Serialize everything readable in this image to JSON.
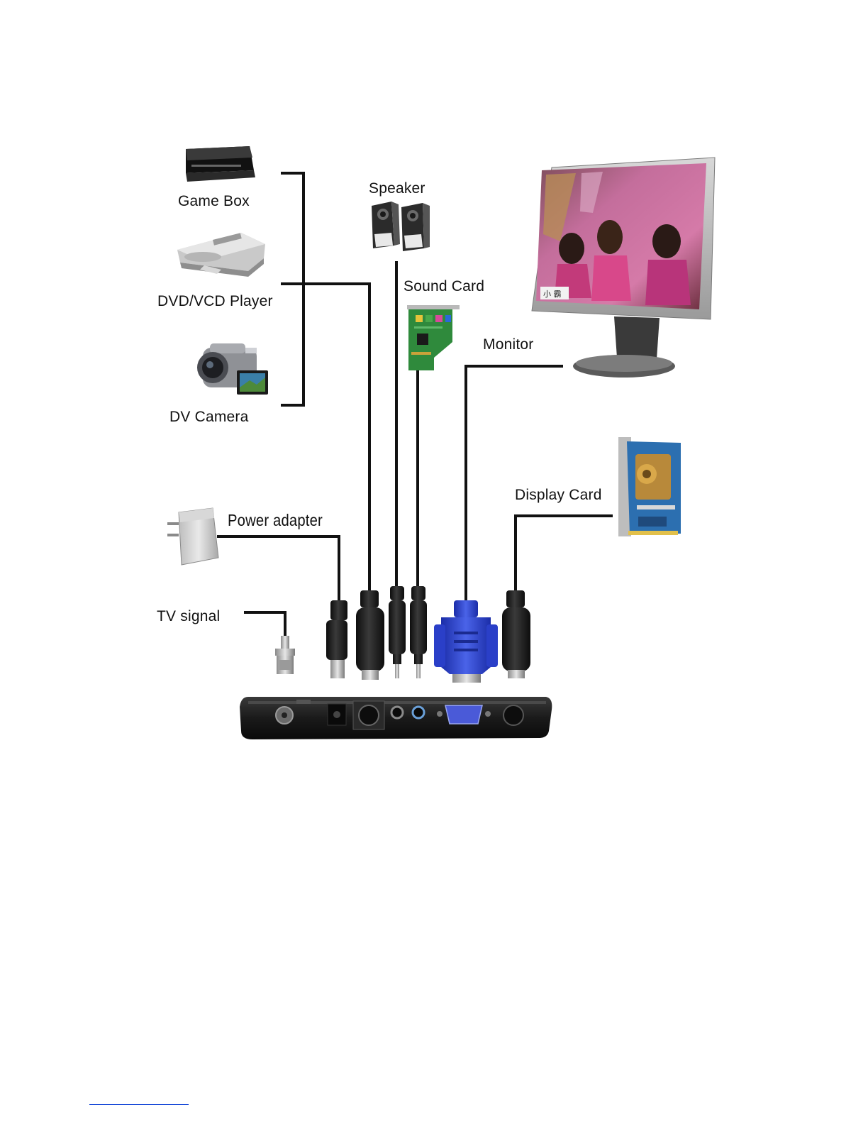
{
  "labels": {
    "game_box": "Game Box",
    "dvd_vcd_player": "DVD/VCD Player",
    "dv_camera": "DV Camera",
    "speaker": "Speaker",
    "sound_card": "Sound Card",
    "monitor": "Monitor",
    "display_card": "Display Card",
    "power_adapter": "Power adapter",
    "tv_signal": "TV signal"
  },
  "monitor_screen": {
    "caption_text": "小 霸"
  },
  "icons": {
    "game_box": "game-console-icon",
    "dvd_player": "dvd-player-icon",
    "dv_camera": "camcorder-icon",
    "speaker": "speaker-icon",
    "sound_card": "sound-card-icon",
    "monitor": "lcd-monitor-icon",
    "display_card": "graphics-card-icon",
    "power_adapter": "power-adapter-icon",
    "tv_signal": "coax-connector-icon",
    "tv_box": "tv-box-device-icon"
  },
  "colors": {
    "line": "#111111",
    "vga_blue": "#2a3fc8",
    "pcb_green": "#2f8a3c",
    "pcb_blue": "#2c6fb0",
    "device_black": "#1c1c1c"
  }
}
